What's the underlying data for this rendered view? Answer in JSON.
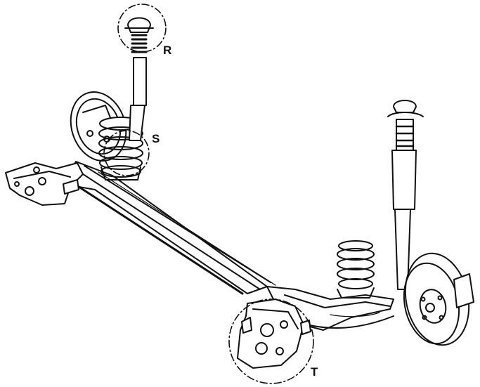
{
  "diagram": {
    "callouts": {
      "r": "R",
      "s": "S",
      "t": "T"
    },
    "colors": {
      "ink": "#111111",
      "paper": "#ffffff"
    }
  }
}
